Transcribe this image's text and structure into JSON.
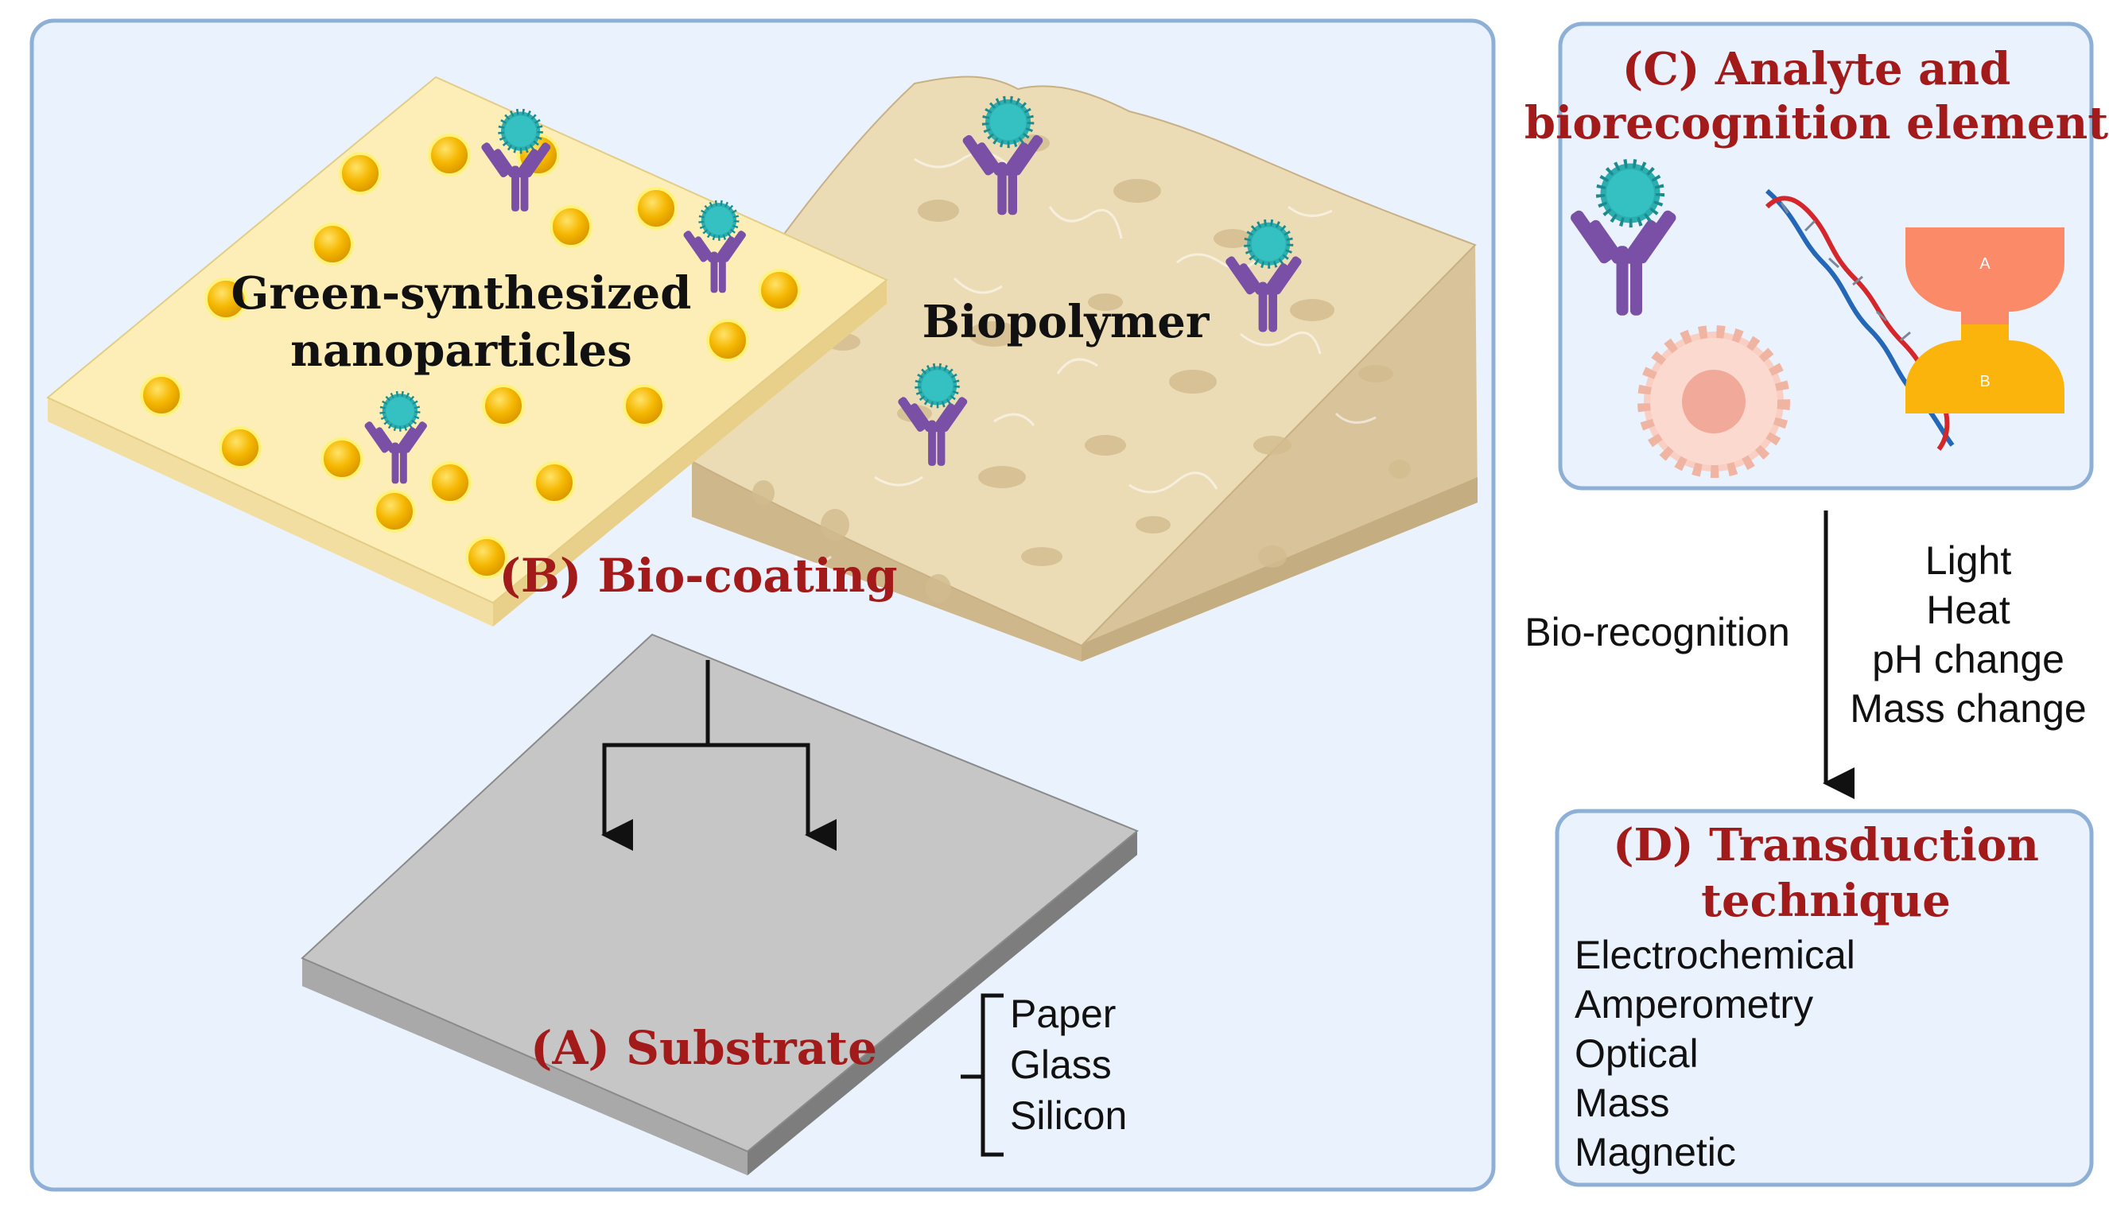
{
  "panels": {
    "left": {
      "nanoparticles_label": [
        "Green-synthesized",
        "nanoparticles"
      ],
      "biopolymer_label": "Biopolymer",
      "biocoating_title": "(B) Bio-coating",
      "substrate_title": "(A) Substrate",
      "substrate_types": [
        "Paper",
        "Glass",
        "Silicon"
      ]
    },
    "analyte": {
      "title": [
        "(C) Analyte and",
        "biorecognition element"
      ],
      "aptamer_labels": [
        "A",
        "B"
      ]
    },
    "middle": {
      "biorecognition_label": "Bio-recognition",
      "signals": [
        "Light",
        "Heat",
        "pH change",
        "Mass change"
      ]
    },
    "transduction": {
      "title": [
        "(D) Transduction",
        "technique"
      ],
      "techniques": [
        "Electrochemical",
        "Amperometry",
        "Optical",
        "Mass",
        "Magnetic"
      ]
    }
  },
  "colors": {
    "panel_bg": "#eaf3fd",
    "panel_border": "#8fb0d6",
    "title_red": "#a31a1a",
    "nanoparticle": "#f5b700",
    "antibody": "#7a4fa6",
    "pathogen": "#2aaeb0",
    "substrate": "#c6c6c6",
    "biopolymer": "#ecdcb6"
  }
}
